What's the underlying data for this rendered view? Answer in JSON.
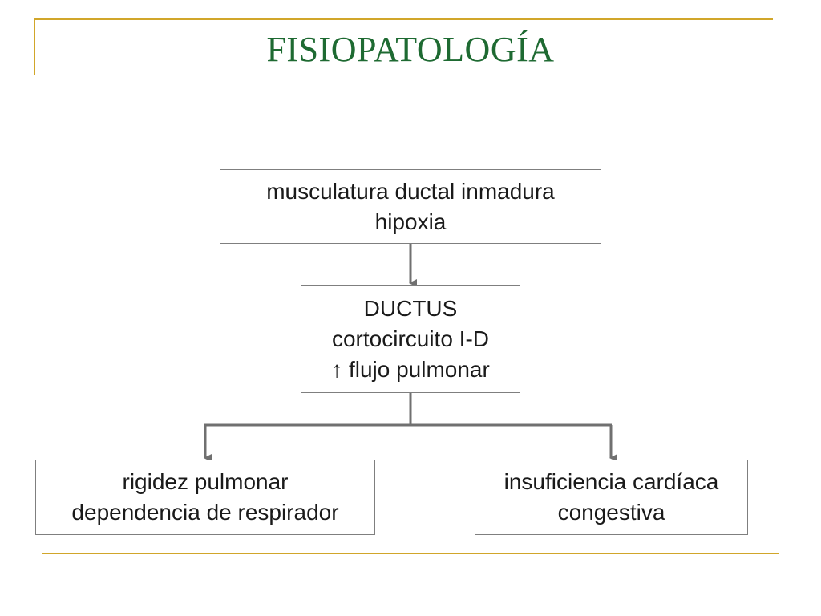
{
  "slide": {
    "title": "FISIOPATOLOGÍA",
    "accent_color": "#d1a62a",
    "title_color": "#1e6a32"
  },
  "diagram": {
    "cause": {
      "lines": [
        "musculatura ductal inmadura",
        "hipoxia"
      ]
    },
    "ductus": {
      "lines": [
        "DUCTUS",
        "cortocircuito I-D",
        "↑ flujo pulmonar"
      ]
    },
    "effect_left": {
      "lines": [
        "rigidez pulmonar",
        "dependencia de respirador"
      ]
    },
    "effect_right": {
      "lines": [
        "insuficiencia cardíaca",
        "congestiva"
      ]
    },
    "connector_color": "#707070"
  }
}
